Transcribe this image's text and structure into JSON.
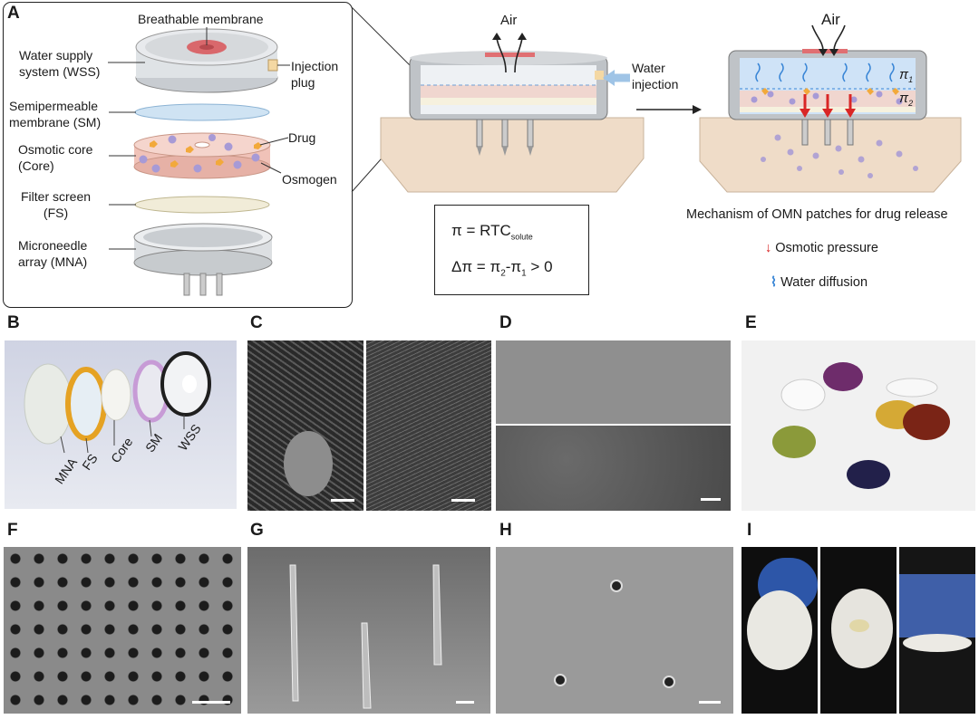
{
  "panel_labels": {
    "A": "A",
    "B": "B",
    "C": "C",
    "D": "D",
    "E": "E",
    "F": "F",
    "G": "G",
    "H": "H",
    "I": "I"
  },
  "panelA": {
    "components": {
      "breathable": "Breathable membrane",
      "wss_line1": "Water supply",
      "wss_line2": "system (WSS)",
      "plug_line1": "Injection",
      "plug_line2": "plug",
      "sm_line1": "Semipermeable",
      "sm_line2": "membrane (SM)",
      "core_line1": "Osmotic core",
      "core_line2": "(Core)",
      "drug": "Drug",
      "osmogen": "Osmogen",
      "fs_line1": "Filter screen",
      "fs_line2": "(FS)",
      "mna_line1": "Microneedle",
      "mna_line2": "array (MNA)"
    },
    "mid": {
      "air": "Air",
      "water_line1": "Water",
      "water_line2": "injection"
    },
    "right": {
      "air": "Air",
      "pi1": "π",
      "pi1_sub": "1",
      "pi2": "π",
      "pi2_sub": "2"
    },
    "equation": {
      "eq1_main": "π = RTC",
      "eq1_sub": "solute",
      "eq2_a": "Δπ = π",
      "eq2_sub1": "2",
      "eq2_b": "-π",
      "eq2_sub2": "1",
      "eq2_c": " > 0"
    },
    "mechanism_title": "Mechanism of OMN patches for drug release",
    "legend_osmotic": "Osmotic pressure",
    "legend_water": "Water diffusion"
  },
  "panelB": {
    "labels": [
      "MNA",
      "FS",
      "Core",
      "SM",
      "WSS"
    ]
  },
  "colors": {
    "membrane_red": "#d9686c",
    "skin": "#efdcc8",
    "core_pink": "#f2c9c0",
    "drug_purple": "#a79ad6",
    "osmogen_orange": "#f2a93b",
    "water_blue": "#3a86d6",
    "arrow_red": "#d92626"
  }
}
